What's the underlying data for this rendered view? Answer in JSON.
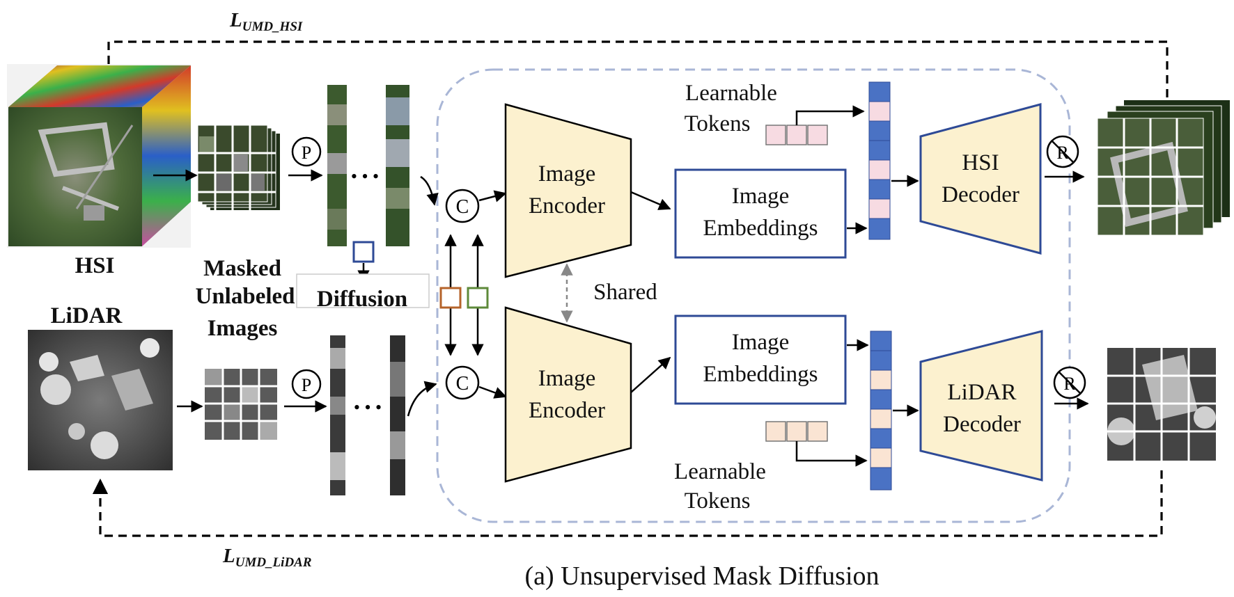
{
  "loss_hsi": {
    "main": "L",
    "sub": "UMD_HSI"
  },
  "loss_lidar": {
    "main": "L",
    "sub": "UMD_LiDAR"
  },
  "labels": {
    "hsi": "HSI",
    "lidar": "LiDAR",
    "masked_line1": "Masked",
    "masked_line2": "Unlabeled",
    "masked_line3": "Images",
    "diffusion": "Diffusion",
    "shared": "Shared",
    "caption": "(a) Unsupervised Mask Diffusion"
  },
  "encoder_top": {
    "line1": "Image",
    "line2": "Encoder"
  },
  "encoder_bottom": {
    "line1": "Image",
    "line2": "Encoder"
  },
  "embeddings_top": {
    "line1": "Image",
    "line2": "Embeddings"
  },
  "embeddings_bottom": {
    "line1": "Image",
    "line2": "Embeddings"
  },
  "decoder_hsi": {
    "line1": "HSI",
    "line2": "Decoder"
  },
  "decoder_lidar": {
    "line1": "LiDAR",
    "line2": "Decoder"
  },
  "tokens_top": {
    "line1": "Learnable",
    "line2": "Tokens"
  },
  "tokens_bottom": {
    "line1": "Learnable",
    "line2": "Tokens"
  },
  "symbols": {
    "patch": "P",
    "concat": "C",
    "reconstruct": "R",
    "ellipsis": "• • •"
  },
  "colors": {
    "encoder_fill": "#fcf1cf",
    "decoder_border": "#2e4a96",
    "token_blue": "#4a72c4",
    "token_pink": "#f7dbe2",
    "token_peach": "#fae4d3",
    "dashed_region": "#a9b6d6",
    "marker_blue": "#2e4a96",
    "marker_orange": "#b5632a",
    "marker_green": "#5e8a3a"
  }
}
